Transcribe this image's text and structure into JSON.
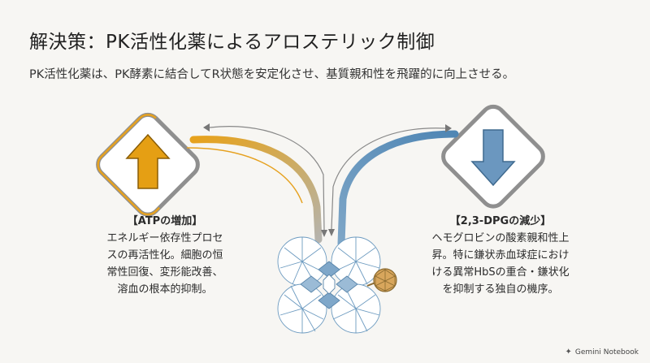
{
  "title": "解決策：PK活性化薬によるアロステリック制御",
  "subtitle": "PK活性化薬は、PK酵素に結合してR状態を安定化させ、基質親和性を飛躍的に向上させる。",
  "left_panel": {
    "heading": "【ATPの増加】",
    "lines": [
      "エネルギー依存性プロセ",
      "スの再活性化。細胞の恒",
      "常性回復、変形能改善、",
      "溶血の根本的抑制。"
    ],
    "arrow": "up-arrow-icon",
    "color": "#e0a020"
  },
  "right_panel": {
    "heading": "【2,3-DPGの減少】",
    "lines": [
      "ヘモグロビンの酸素親和性上",
      "昇。特に鎌状赤血球症におけ",
      "ける異常HbSの重合・鎌状化",
      "を抑制する独自の機序。"
    ],
    "arrow": "down-arrow-icon",
    "color": "#5b87ad"
  },
  "footer": {
    "brand": "Gemini Notebook"
  }
}
